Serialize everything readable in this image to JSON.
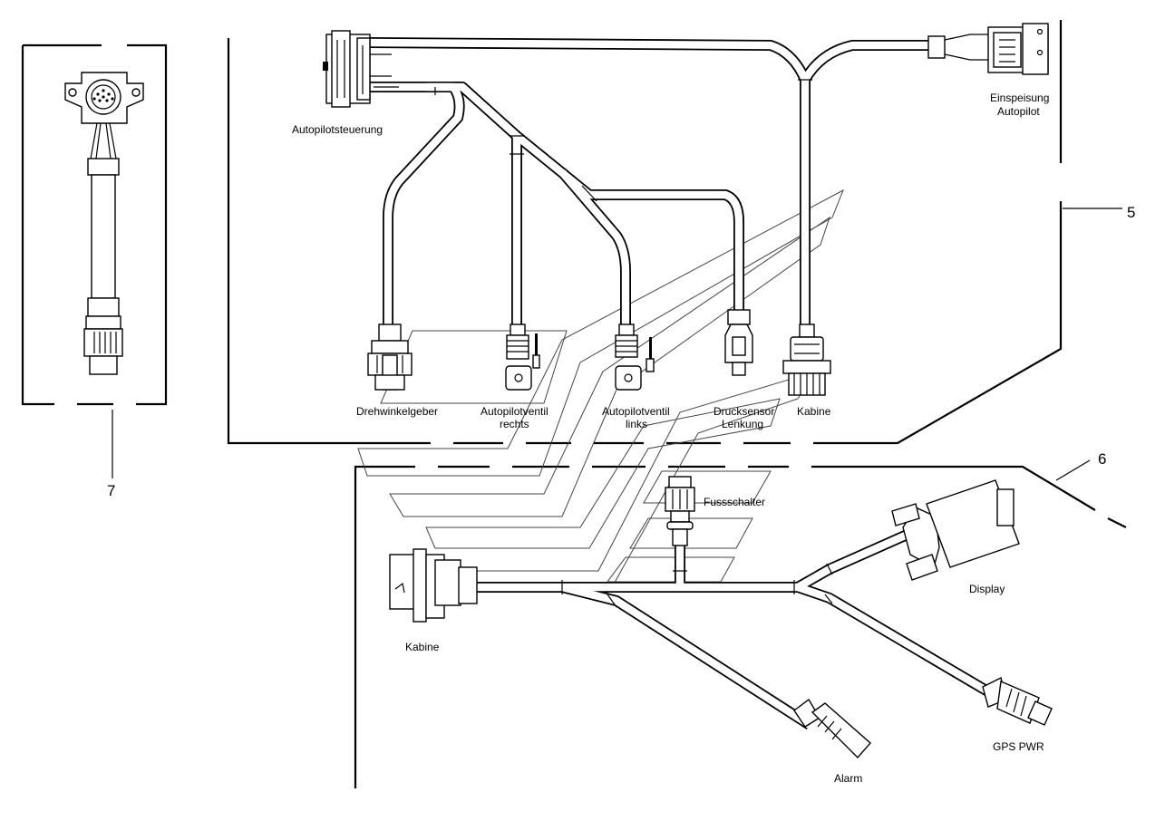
{
  "labels": {
    "autopilotsteuerung": "Autopilotsteuerung",
    "einspeisung_line1": "Einspeisung",
    "einspeisung_line2": "Autopilot",
    "drehwinkelgeber": "Drehwinkelgeber",
    "ventil_rechts_line1": "Autopilotventil",
    "ventil_rechts_line2": "rechts",
    "ventil_links_line1": "Autopilotventil",
    "ventil_links_line2": "links",
    "drucksensor_line1": "Drucksensor",
    "drucksensor_line2": "Lenkung",
    "kabine_top": "Kabine",
    "fussschalter": "Fussschalter",
    "kabine_bottom": "Kabine",
    "display": "Display",
    "gps_pwr": "GPS PWR",
    "alarm": "Alarm"
  },
  "callouts": {
    "item5": "5",
    "item6": "6",
    "item7": "7"
  }
}
